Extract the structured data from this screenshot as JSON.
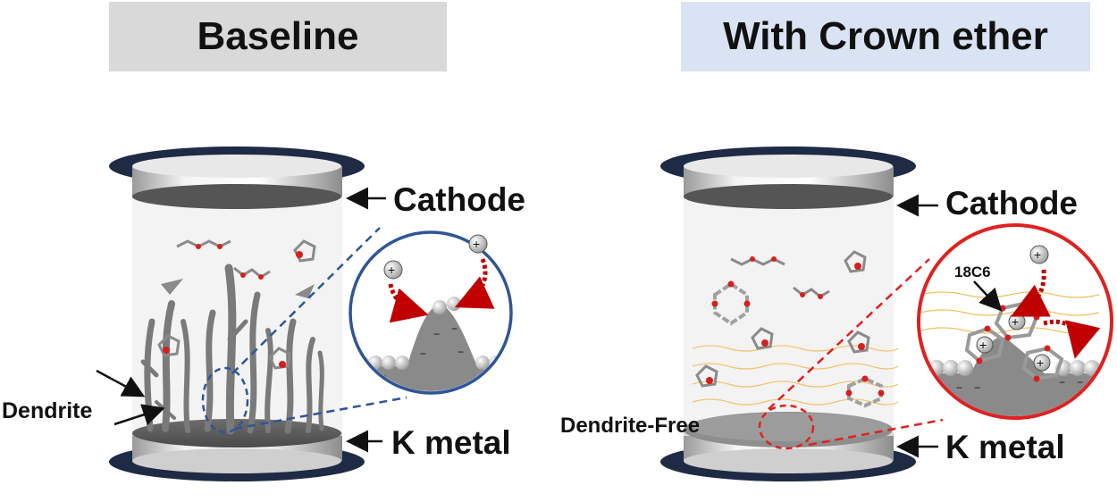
{
  "panels": {
    "left": {
      "title": "Baseline",
      "cathode_label": "Cathode",
      "anode_label": "K metal",
      "dendrite_label": "Dendrite"
    },
    "right": {
      "title": "With Crown ether",
      "cathode_label": "Cathode",
      "anode_label": "K metal",
      "dendrite_free_label": "Dendrite-Free",
      "crown_ether_label": "18C6"
    }
  },
  "colors": {
    "left_banner": "#d9d9d9",
    "right_banner": "#dae3f3",
    "electrode_rim": "#1f2a44",
    "baseline_zoom_circle": "#2f5597",
    "crown_zoom_circle": "#e02020",
    "dendrite": "#7f7f7f",
    "oxygen_red": "#d62020",
    "ion_flux_red": "#c00000"
  },
  "icons": [
    "cation-plus-icon",
    "crown-ether-ring-icon",
    "solvent-molecule-icon",
    "ion-flux-arrow-icon"
  ]
}
